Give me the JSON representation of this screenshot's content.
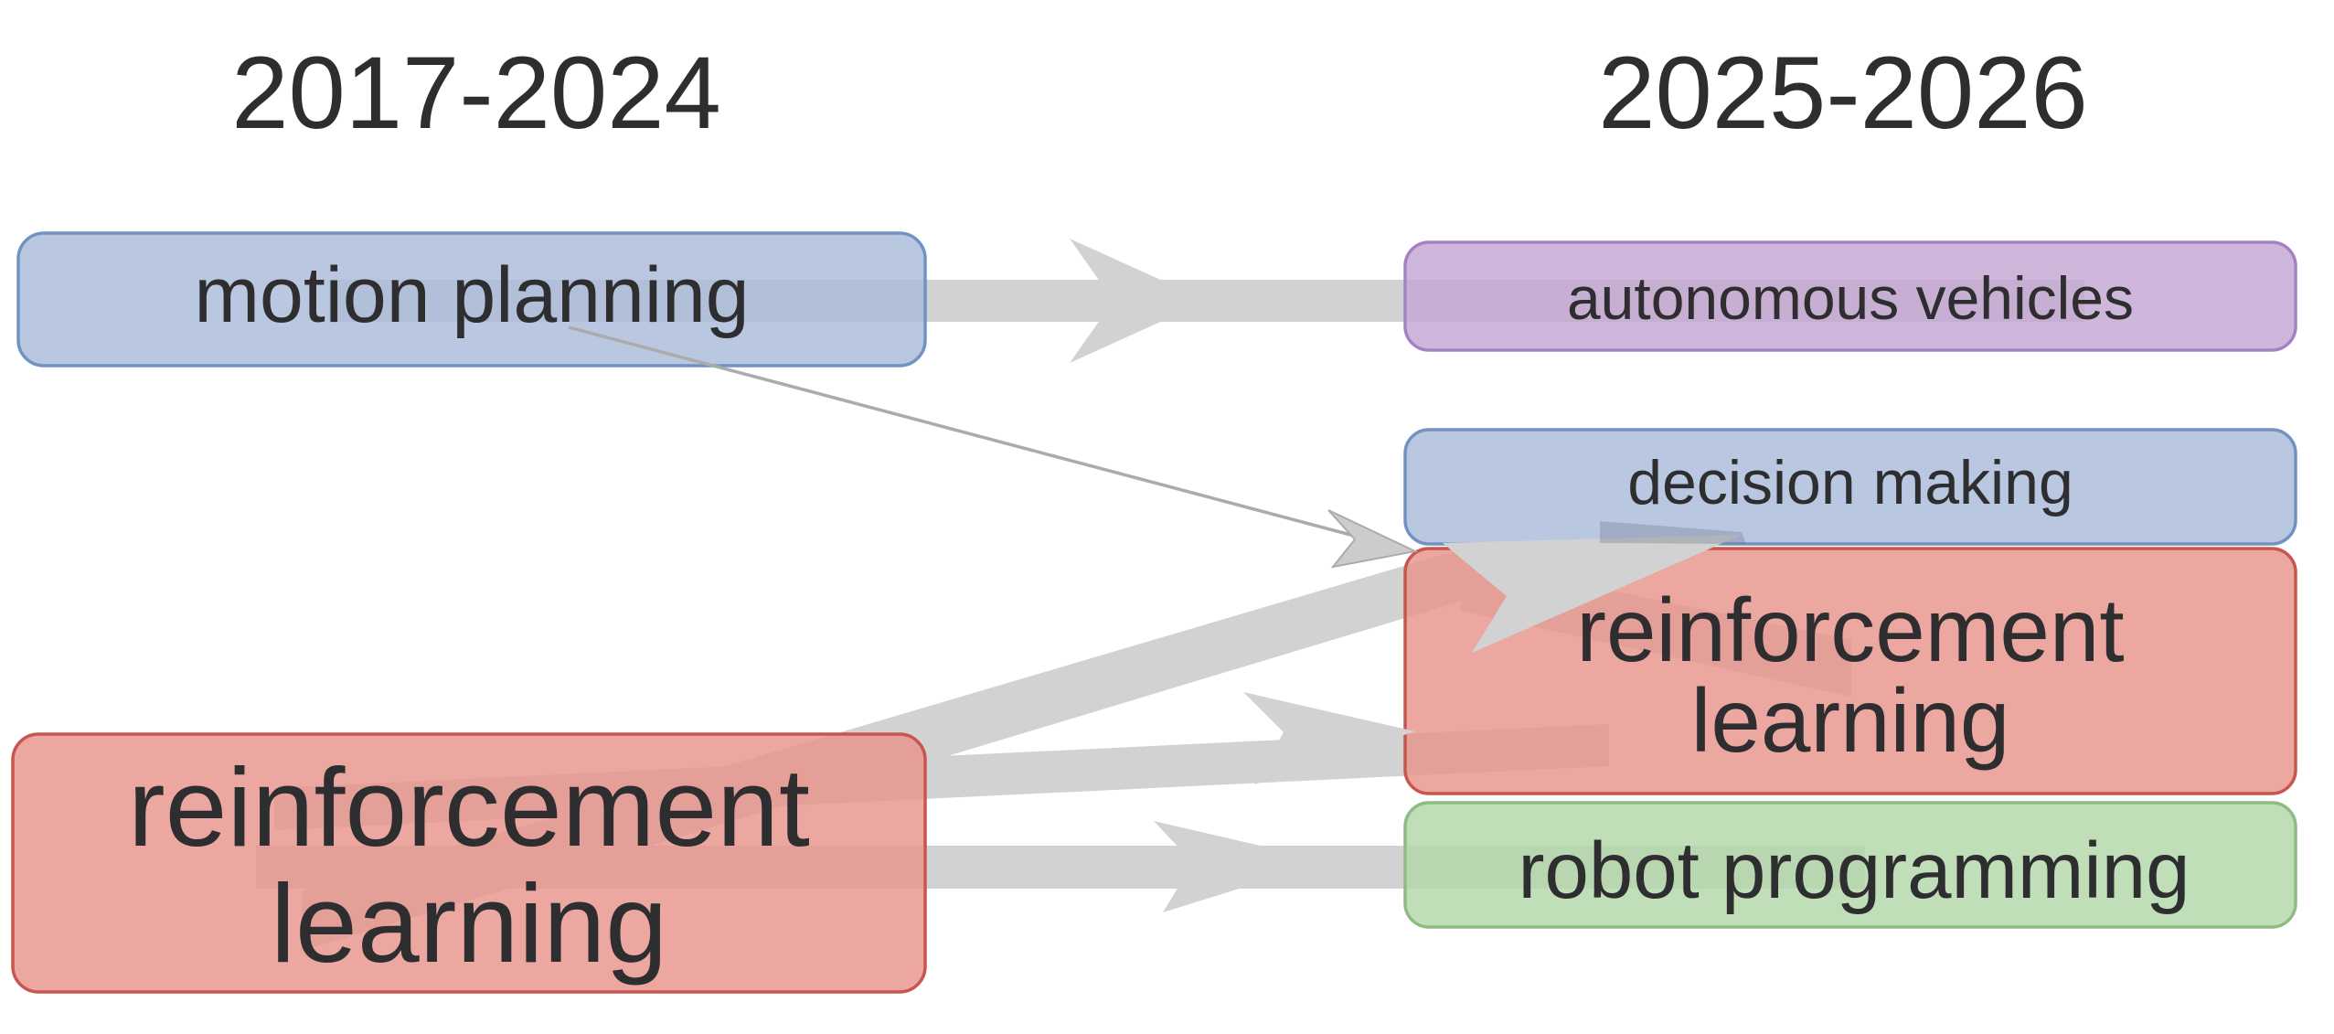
{
  "figure": {
    "left_header": "2017-2024",
    "right_header": "2025-2026"
  },
  "nodes": {
    "motion_planning": {
      "label": "motion planning",
      "fill": "#aabcd9",
      "border": "#7292c2",
      "period": "2017-2024"
    },
    "rl_old": {
      "line1": "reinforcement",
      "line2": "learning",
      "fill": "#e8948b",
      "border": "#c9564e",
      "period": "2017-2024"
    },
    "autonomous_vehicles": {
      "label": "autonomous vehicles",
      "fill": "#c3a7d3",
      "border": "#a583c2",
      "period": "2025-2026"
    },
    "decision_making": {
      "label": "decision making",
      "fill": "#aabcd9",
      "border": "#7292c2",
      "period": "2025-2026"
    },
    "rl_new": {
      "line1": "reinforcement",
      "line2": "learning",
      "fill": "#e8948b",
      "border": "#c9564e",
      "period": "2025-2026"
    },
    "robot_programming": {
      "label": "robot programming",
      "fill": "#b2d8a8",
      "border": "#8fbc82",
      "period": "2025-2026"
    }
  },
  "edges": [
    {
      "from": "motion planning",
      "to": "autonomous vehicles",
      "style": "thick"
    },
    {
      "from": "motion planning",
      "to": "decision making",
      "style": "thin"
    },
    {
      "from": "reinforcement learning (2017-2024)",
      "to": "decision making",
      "style": "thick"
    },
    {
      "from": "reinforcement learning (2017-2024)",
      "to": "reinforcement learning (2025-2026)",
      "style": "thick"
    },
    {
      "from": "reinforcement learning (2017-2024)",
      "to": "robot programming",
      "style": "thick"
    }
  ],
  "colors": {
    "arrow": "#d2d2d2",
    "thin_arrow": "#ababab",
    "thin_arrow_head": "#cccccc",
    "arrow_tip_shade": "rgba(108,114,136,0.32)",
    "text": "#2e2e31",
    "background": "#ffffff"
  }
}
